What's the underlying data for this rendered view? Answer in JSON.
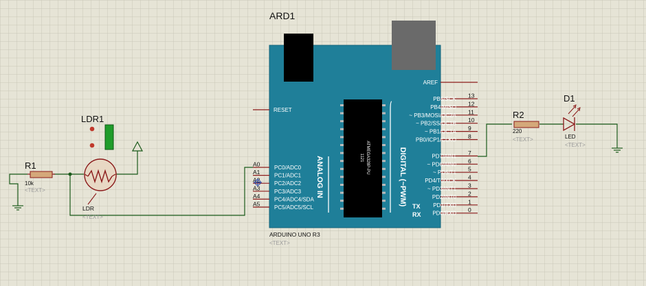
{
  "colors": {
    "grid_bg": "#e6e4d6",
    "grid_line": "#c9c7b8",
    "board": "#1f7f99",
    "board_dark": "#16647a",
    "wire": "#1a5a1a",
    "pin": "#8b1a1a",
    "text_dim": "#9a9a9a"
  },
  "arduino": {
    "ref": "ARD1",
    "name": "ARDUINO UNO R3",
    "text_placeholder": "<TEXT>",
    "analog_label": "ANALOG IN",
    "digital_label": "DIGITAL (~PWM)",
    "chip_label": "ATMEGA328P-PU",
    "chip_code": "1121",
    "tx": "TX",
    "rx": "RX",
    "aref": "AREF",
    "reset": "RESET",
    "analog_pins": [
      {
        "num": "A0",
        "name": "PC0/ADC0"
      },
      {
        "num": "A1",
        "name": "PC1/ADC1"
      },
      {
        "num": "A2",
        "name": "PC2/ADC2"
      },
      {
        "num": "A3",
        "name": "PC3/ADC3"
      },
      {
        "num": "A4",
        "name": "PC4/ADC4/SDA"
      },
      {
        "num": "A5",
        "name": "PC5/ADC5/SCL"
      }
    ],
    "digital_pins": [
      {
        "num": "13",
        "name": "PB5/SCK"
      },
      {
        "num": "12",
        "name": "PB4/MISO"
      },
      {
        "num": "11",
        "name": "~ PB3/MOSI/OC2A"
      },
      {
        "num": "10",
        "name": "~ PB2/SS/OC1B"
      },
      {
        "num": "9",
        "name": "~ PB1/OC1A"
      },
      {
        "num": "8",
        "name": "PB0/ICP1/CLKO"
      },
      {
        "num": "7",
        "name": "PD7/AIN1"
      },
      {
        "num": "6",
        "name": "~ PD6/AIN0"
      },
      {
        "num": "5",
        "name": "~ PD5/T1"
      },
      {
        "num": "4",
        "name": "PD4/T0/XCK"
      },
      {
        "num": "3",
        "name": "~ PD3/INT1"
      },
      {
        "num": "2",
        "name": "PD2/INT0"
      },
      {
        "num": "1",
        "name": "PD1/TXD"
      },
      {
        "num": "0",
        "name": "PD0/RXD"
      }
    ]
  },
  "r1": {
    "ref": "R1",
    "value": "10k",
    "text": "<TEXT>"
  },
  "ldr1": {
    "ref": "LDR1",
    "type": "LDR",
    "text": "<TEXT>"
  },
  "r2": {
    "ref": "R2",
    "value": "220",
    "text": "<TEXT>"
  },
  "d1": {
    "ref": "D1",
    "type": "LED",
    "text": "<TEXT>"
  }
}
